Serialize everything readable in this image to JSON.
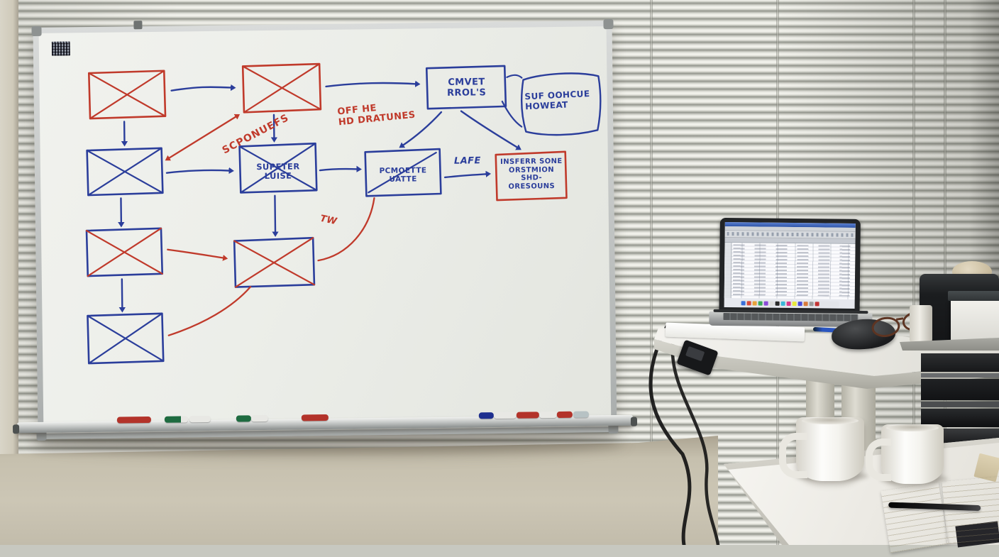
{
  "scene": {
    "setting": "Office wall with venetian blinds; whiteboard with hand-drawn flowchart; standing desk with open laptop showing a spreadsheet; lower desk with two mugs and an open notebook"
  },
  "whiteboard": {
    "flowchart": {
      "box_convert_label": "CMVET RROL'S",
      "banner_line1": "SUF OOHCUE",
      "banner_line2": "HOWEAT",
      "box_super_label": "SUPETER LUISE",
      "box_palette_label": "PCMOETTE UATTE",
      "edge_late_label": "LAFE",
      "box_insert_line1": "INSFERR SONE",
      "box_insert_line2": "ORSTMION",
      "box_insert_line3": "SHD-ORESOUNS",
      "note_scpowefs": "SCPONUEFS",
      "note_offhe_line1": "OFF HE",
      "note_offhe_line2": "HD DRATUNES",
      "note_tw": "TW"
    },
    "colors": {
      "marker_red": "#c03a2b",
      "marker_blue": "#2b3e9b"
    }
  }
}
